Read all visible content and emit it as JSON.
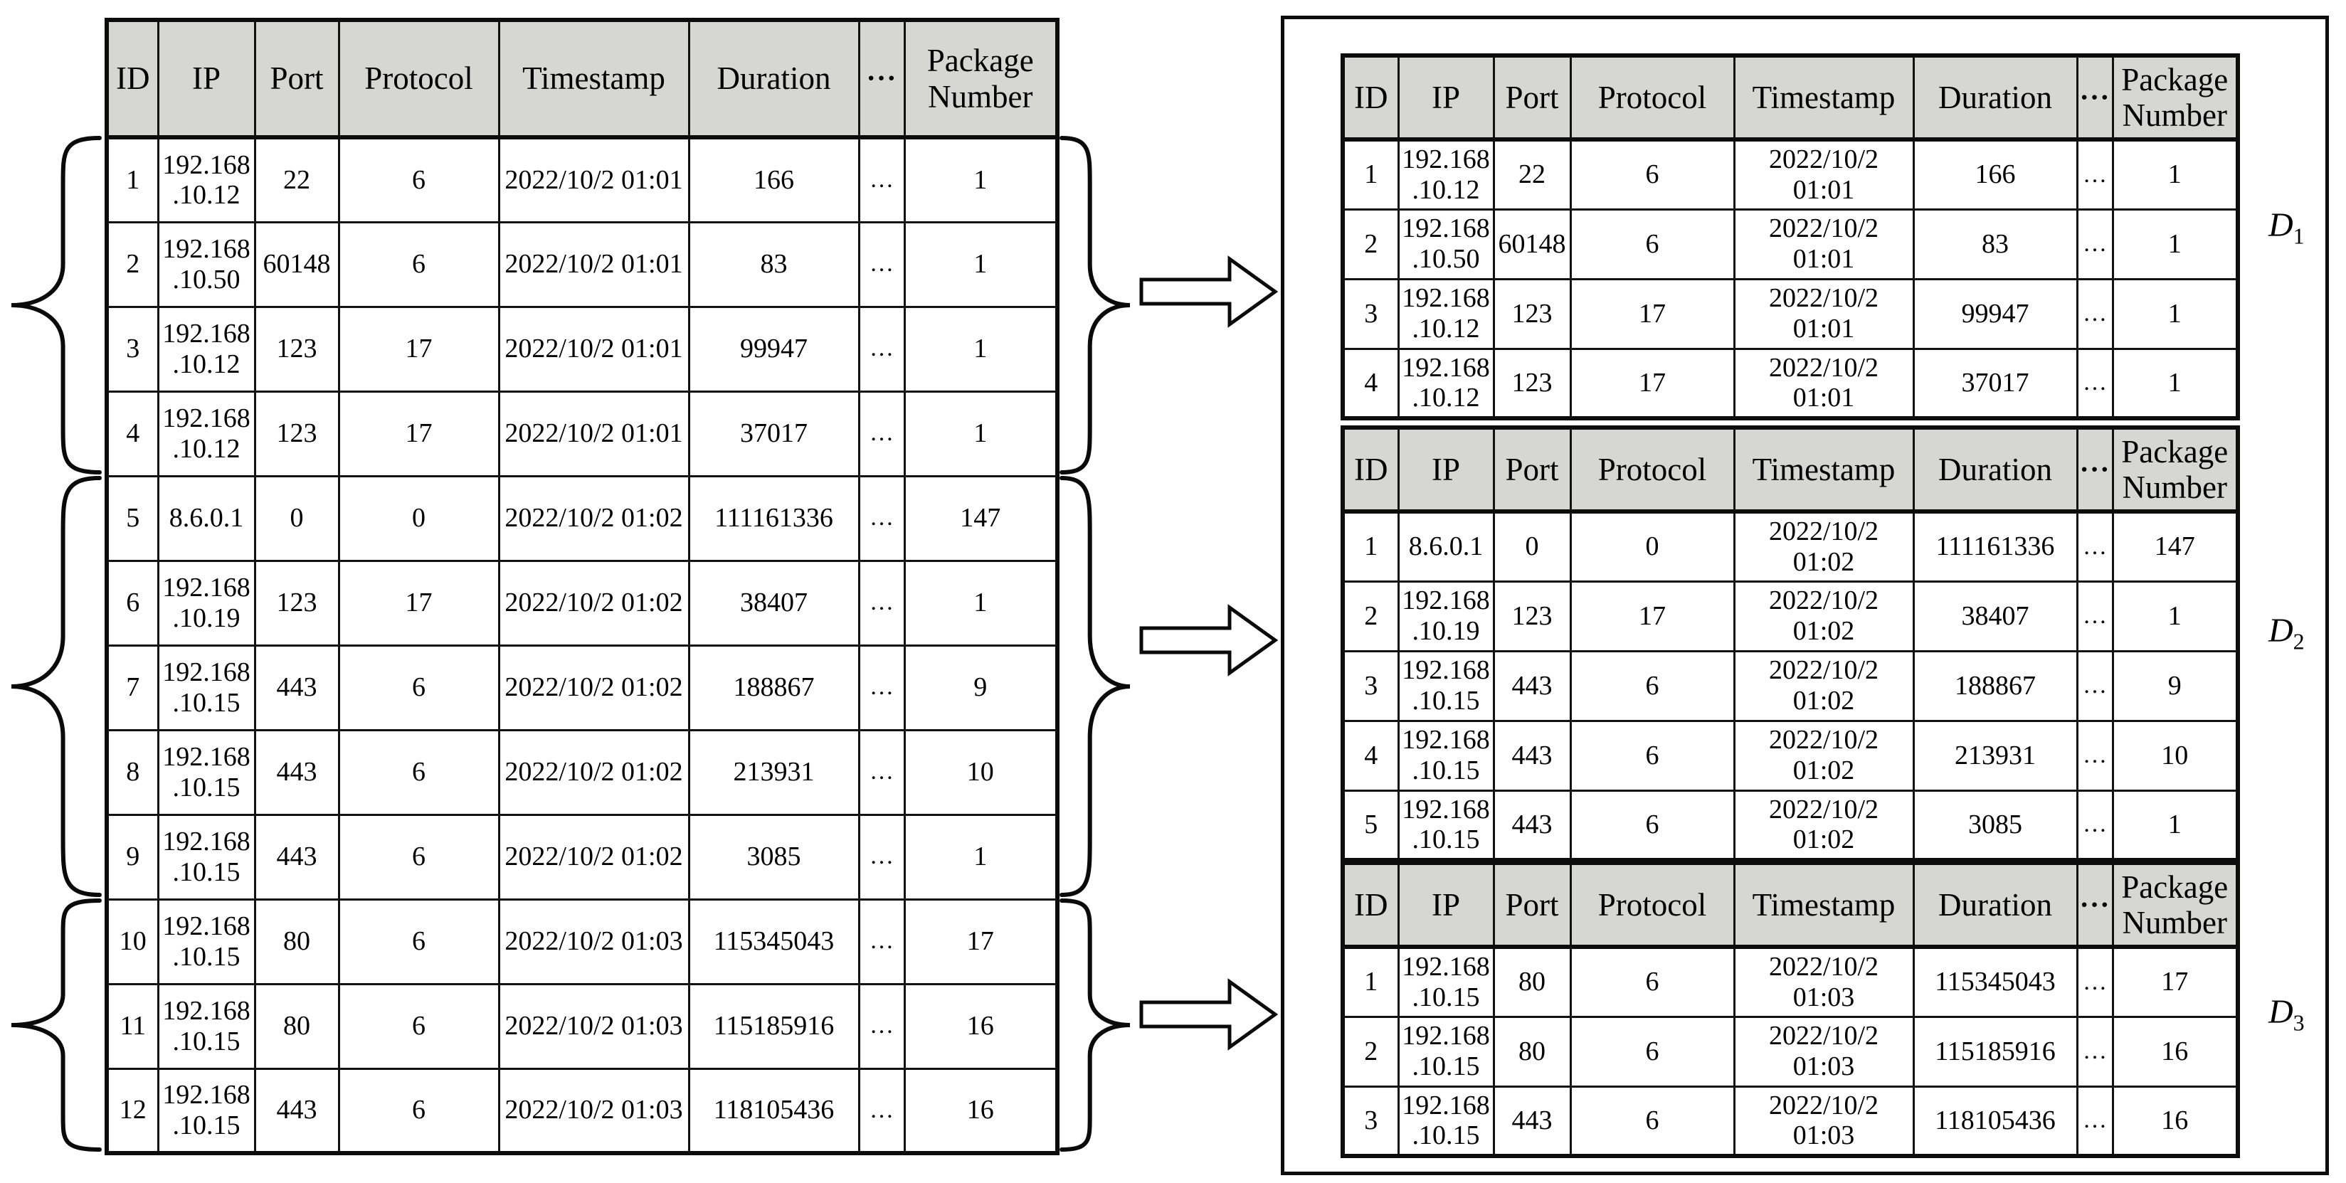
{
  "figure": {
    "description": "Network flow records table split by timestamp into three datasets",
    "colors": {
      "header_bg": "#d6d6d3",
      "border": "#0c0c0c",
      "background": "#ffffff",
      "arrow_fill": "#ffffff"
    }
  },
  "table_columns": [
    "ID",
    "IP",
    "Port",
    "Protocol",
    "Timestamp",
    "Duration",
    "···",
    "Package Number"
  ],
  "left_table": {
    "rows": [
      [
        "1",
        "192.168\n.10.12",
        "22",
        "6",
        "2022/10/2 01:01",
        "166",
        "…",
        "1"
      ],
      [
        "2",
        "192.168\n.10.50",
        "60148",
        "6",
        "2022/10/2 01:01",
        "83",
        "…",
        "1"
      ],
      [
        "3",
        "192.168\n.10.12",
        "123",
        "17",
        "2022/10/2 01:01",
        "99947",
        "…",
        "1"
      ],
      [
        "4",
        "192.168\n.10.12",
        "123",
        "17",
        "2022/10/2 01:01",
        "37017",
        "…",
        "1"
      ],
      [
        "5",
        "8.6.0.1",
        "0",
        "0",
        "2022/10/2 01:02",
        "111161336",
        "…",
        "147"
      ],
      [
        "6",
        "192.168\n.10.19",
        "123",
        "17",
        "2022/10/2 01:02",
        "38407",
        "…",
        "1"
      ],
      [
        "7",
        "192.168\n.10.15",
        "443",
        "6",
        "2022/10/2 01:02",
        "188867",
        "…",
        "9"
      ],
      [
        "8",
        "192.168\n.10.15",
        "443",
        "6",
        "2022/10/2 01:02",
        "213931",
        "…",
        "10"
      ],
      [
        "9",
        "192.168\n.10.15",
        "443",
        "6",
        "2022/10/2 01:02",
        "3085",
        "…",
        "1"
      ],
      [
        "10",
        "192.168\n.10.15",
        "80",
        "6",
        "2022/10/2 01:03",
        "115345043",
        "…",
        "17"
      ],
      [
        "11",
        "192.168\n.10.15",
        "80",
        "6",
        "2022/10/2 01:03",
        "115185916",
        "…",
        "16"
      ],
      [
        "12",
        "192.168\n.10.15",
        "443",
        "6",
        "2022/10/2 01:03",
        "118105436",
        "…",
        "16"
      ]
    ],
    "row_groups": [
      {
        "rows": "1-4"
      },
      {
        "rows": "5-9"
      },
      {
        "rows": "10-12"
      }
    ]
  },
  "split_tables": [
    {
      "label_base": "D",
      "label_subscript": "1",
      "rows": [
        [
          "1",
          "192.168\n.10.12",
          "22",
          "6",
          "2022/10/2\n01:01",
          "166",
          "…",
          "1"
        ],
        [
          "2",
          "192.168\n.10.50",
          "60148",
          "6",
          "2022/10/2\n01:01",
          "83",
          "…",
          "1"
        ],
        [
          "3",
          "192.168\n.10.12",
          "123",
          "17",
          "2022/10/2\n01:01",
          "99947",
          "…",
          "1"
        ],
        [
          "4",
          "192.168\n.10.12",
          "123",
          "17",
          "2022/10/2\n01:01",
          "37017",
          "…",
          "1"
        ]
      ]
    },
    {
      "label_base": "D",
      "label_subscript": "2",
      "rows": [
        [
          "1",
          "8.6.0.1",
          "0",
          "0",
          "2022/10/2\n01:02",
          "111161336",
          "…",
          "147"
        ],
        [
          "2",
          "192.168\n.10.19",
          "123",
          "17",
          "2022/10/2\n01:02",
          "38407",
          "…",
          "1"
        ],
        [
          "3",
          "192.168\n.10.15",
          "443",
          "6",
          "2022/10/2\n01:02",
          "188867",
          "…",
          "9"
        ],
        [
          "4",
          "192.168\n.10.15",
          "443",
          "6",
          "2022/10/2\n01:02",
          "213931",
          "…",
          "10"
        ],
        [
          "5",
          "192.168\n.10.15",
          "443",
          "6",
          "2022/10/2\n01:02",
          "3085",
          "…",
          "1"
        ]
      ]
    },
    {
      "label_base": "D",
      "label_subscript": "3",
      "rows": [
        [
          "1",
          "192.168\n.10.15",
          "80",
          "6",
          "2022/10/2\n01:03",
          "115345043",
          "…",
          "17"
        ],
        [
          "2",
          "192.168\n.10.15",
          "80",
          "6",
          "2022/10/2\n01:03",
          "115185916",
          "…",
          "16"
        ],
        [
          "3",
          "192.168\n.10.15",
          "443",
          "6",
          "2022/10/2\n01:03",
          "118105436",
          "…",
          "16"
        ]
      ]
    }
  ]
}
